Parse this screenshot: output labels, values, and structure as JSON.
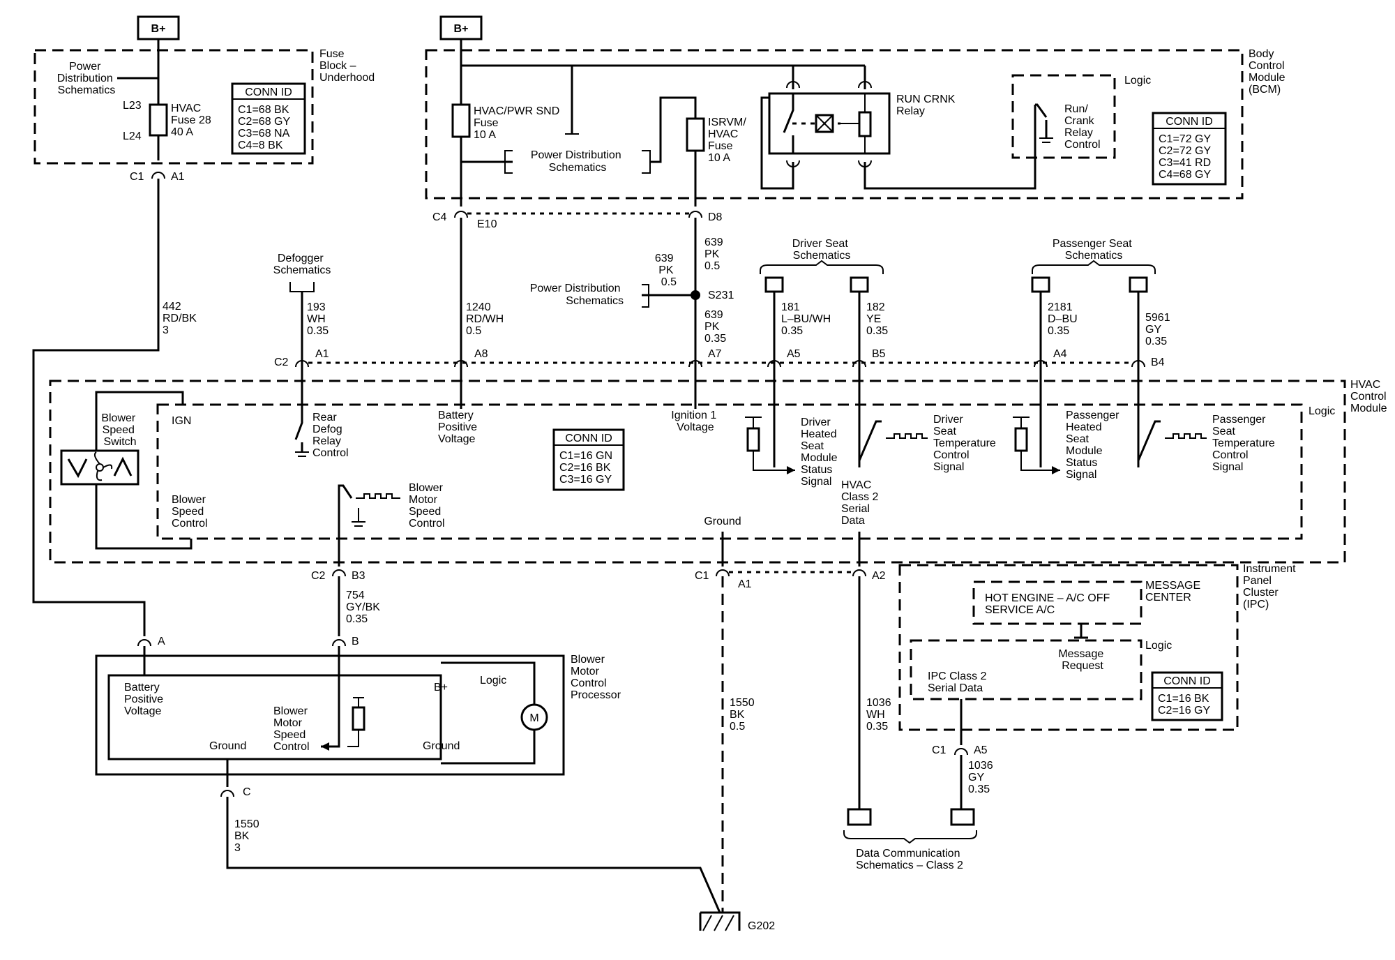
{
  "power": {
    "bplus_left": "B+",
    "bplus_right": "B+"
  },
  "fuse_block": {
    "title": [
      "Fuse",
      "Block –",
      "Underhood"
    ],
    "pdist": [
      "Power",
      "Distribution",
      "Schematics"
    ],
    "l23": "L23",
    "l24": "L24",
    "fuse": [
      "HVAC",
      "Fuse 28",
      "40 A"
    ],
    "conn_title": "CONN ID",
    "conn": [
      "C1=68 BK",
      "C2=68 GY",
      "C3=68 NA",
      "C4=8 BK"
    ],
    "c1": "C1",
    "a1": "A1"
  },
  "bcm": {
    "title": [
      "Body",
      "Control",
      "Module",
      "(BCM)"
    ],
    "fuse_a": [
      "HVAC/PWR SND",
      "Fuse",
      "10 A"
    ],
    "pdist": [
      "Power Distribution",
      "Schematics"
    ],
    "fuse_b": [
      "ISRVM/",
      "HVAC",
      "Fuse",
      "10 A"
    ],
    "relay": [
      "RUN CRNK",
      "Relay"
    ],
    "logic": "Logic",
    "run_crank": [
      "Run/",
      "Crank",
      "Relay",
      "Control"
    ],
    "conn_title": "CONN ID",
    "conn": [
      "C1=72 GY",
      "C2=72 GY",
      "C3=41 RD",
      "C4=68 GY"
    ],
    "c4": "C4",
    "e10": "E10",
    "d8": "D8"
  },
  "wires": {
    "w442": [
      "442",
      "RD/BK",
      "3"
    ],
    "defogger": [
      "Defogger",
      "Schematics"
    ],
    "w193": [
      "193",
      "WH",
      "0.35"
    ],
    "w1240": [
      "1240",
      "RD/WH",
      "0.5"
    ],
    "w639a": [
      "639",
      "PK",
      "0.5"
    ],
    "w639b": [
      "639",
      "PK",
      "0.5"
    ],
    "pdist_s231": [
      "Power Distribution",
      "Schematics"
    ],
    "s231": "S231",
    "w639c": [
      "639",
      "PK",
      "0.35"
    ],
    "driver_seat": [
      "Driver Seat",
      "Schematics"
    ],
    "w181": [
      "181",
      "L–BU/WH",
      "0.35"
    ],
    "w182": [
      "182",
      "YE",
      "0.35"
    ],
    "pass_seat": [
      "Passenger Seat",
      "Schematics"
    ],
    "w2181": [
      "2181",
      "D–BU",
      "0.35"
    ],
    "w5961": [
      "5961",
      "GY",
      "0.35"
    ]
  },
  "hvac_pins": {
    "c2": "C2",
    "a1": "A1",
    "a8": "A8",
    "a7": "A7",
    "a5": "A5",
    "b5": "B5",
    "a4": "A4",
    "b4": "B4"
  },
  "hvac": {
    "title": [
      "HVAC",
      "Control",
      "Module"
    ],
    "logic": "Logic",
    "ign": "IGN",
    "blower_switch": [
      "Blower",
      "Speed",
      "Switch"
    ],
    "blower_speed_ctrl": [
      "Blower",
      "Speed",
      "Control"
    ],
    "rear_defog": [
      "Rear",
      "Defog",
      "Relay",
      "Control"
    ],
    "bat_pos": [
      "Battery",
      "Positive",
      "Voltage"
    ],
    "ign1": [
      "Ignition 1",
      "Voltage"
    ],
    "conn_title": "CONN ID",
    "conn": [
      "C1=16 GN",
      "C2=16 BK",
      "C3=16 GY"
    ],
    "blower_motor_ctrl": [
      "Blower",
      "Motor",
      "Speed",
      "Control"
    ],
    "drv_heated": [
      "Driver",
      "Heated",
      "Seat",
      "Module",
      "Status",
      "Signal"
    ],
    "drv_temp": [
      "Driver",
      "Seat",
      "Temperature",
      "Control",
      "Signal"
    ],
    "pass_heated": [
      "Passenger",
      "Heated",
      "Seat",
      "Module",
      "Status",
      "Signal"
    ],
    "pass_temp": [
      "Passenger",
      "Seat",
      "Temperature",
      "Control",
      "Signal"
    ],
    "ground": "Ground",
    "serial": [
      "HVAC",
      "Class 2",
      "Serial",
      "Data"
    ]
  },
  "lower": {
    "c2": "C2",
    "b3": "B3",
    "w754": [
      "754",
      "GY/BK",
      "0.35"
    ],
    "c1": "C1",
    "a1": "A1",
    "a2": "A2",
    "pin_a": "A",
    "pin_b": "B",
    "pin_c": "C",
    "w1550a": [
      "1550",
      "BK",
      "0.5"
    ],
    "w1036a": [
      "1036",
      "WH",
      "0.35"
    ],
    "w1550b": [
      "1550",
      "BK",
      "3"
    ],
    "g202": "G202",
    "dcs": [
      "Data Communication",
      "Schematics – Class 2"
    ]
  },
  "blower_motor": {
    "title": [
      "Blower",
      "Motor",
      "Control",
      "Processor"
    ],
    "bat_pos": [
      "Battery",
      "Positive",
      "Voltage"
    ],
    "bpl": "B+",
    "logic": "Logic",
    "motor": "M",
    "speed_ctrl": [
      "Blower",
      "Motor",
      "Speed",
      "Control"
    ],
    "ground_l": "Ground",
    "ground_r": "Ground"
  },
  "ipc": {
    "title": [
      "Instrument",
      "Panel",
      "Cluster",
      "(IPC)"
    ],
    "msg": [
      "HOT ENGINE – A/C OFF",
      "SERVICE A/C"
    ],
    "msg_center": [
      "MESSAGE",
      "CENTER"
    ],
    "logic": "Logic",
    "msg_req": [
      "Message",
      "Request"
    ],
    "serial": [
      "IPC Class 2",
      "Serial Data"
    ],
    "conn_title": "CONN ID",
    "conn": [
      "C1=16 BK",
      "C2=16 GY"
    ],
    "c1": "C1",
    "a5": "A5",
    "w1036": [
      "1036",
      "GY",
      "0.35"
    ]
  }
}
